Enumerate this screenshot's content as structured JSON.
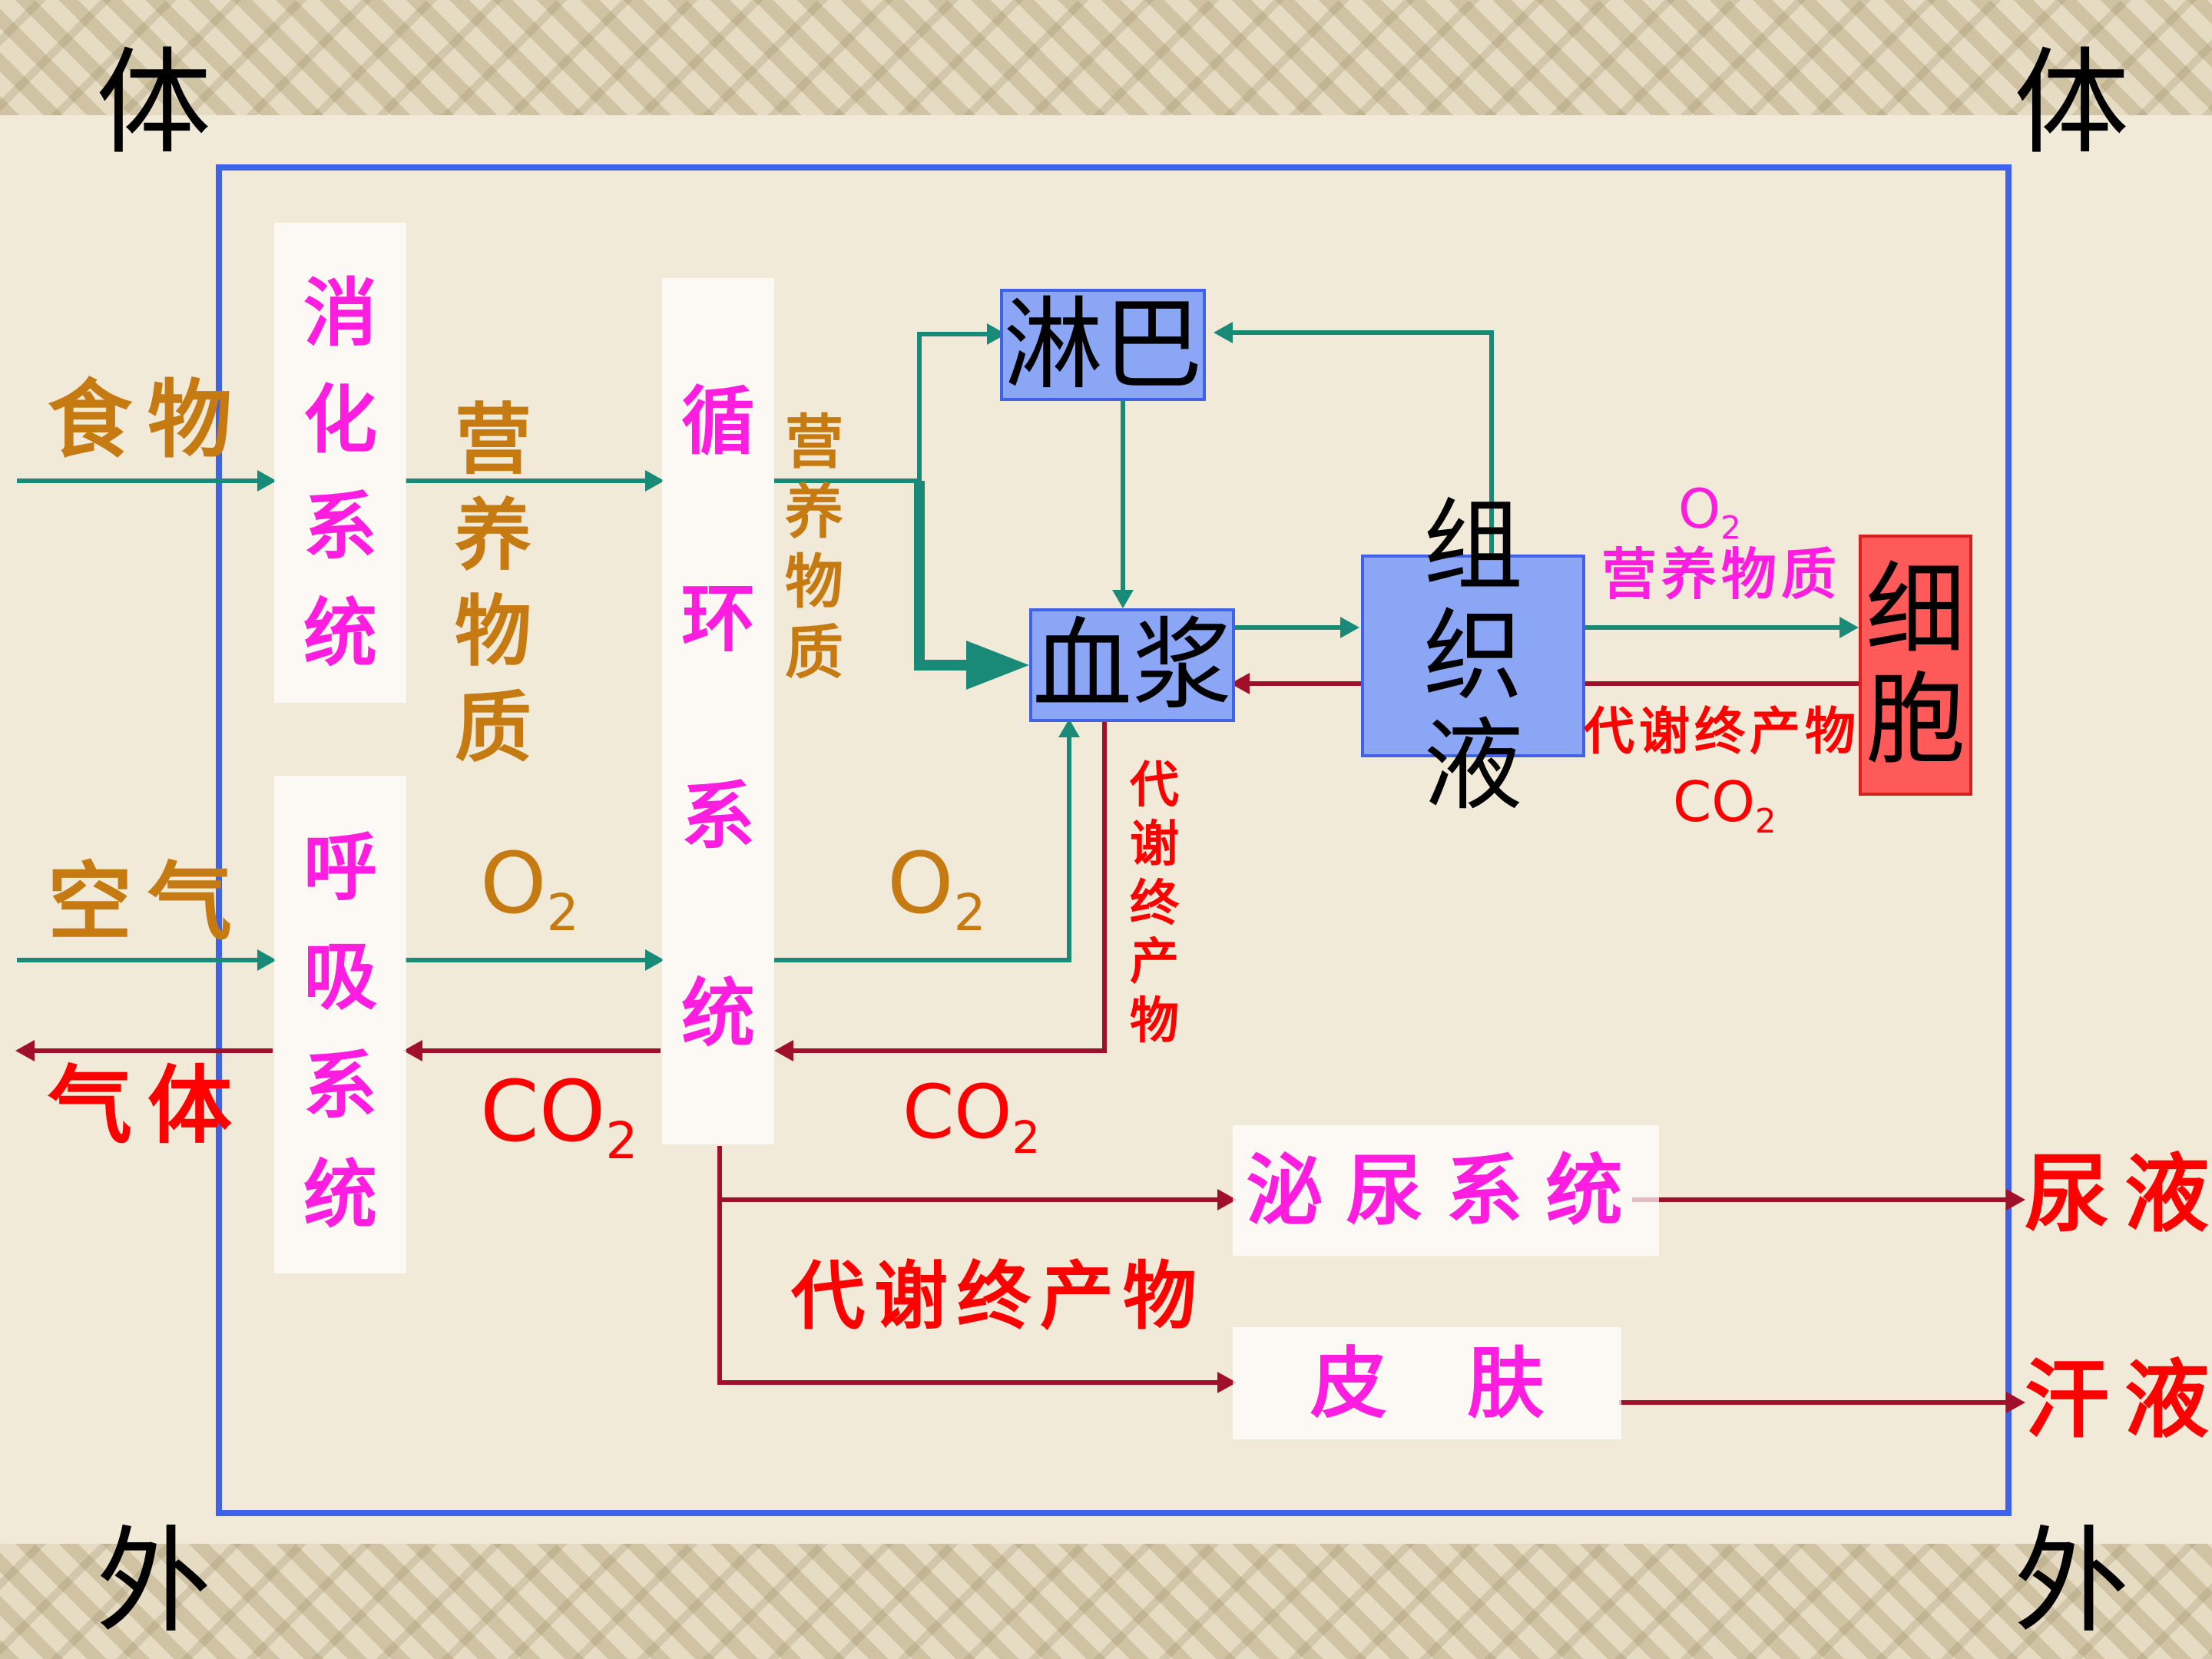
{
  "corners": {
    "top_left": "体",
    "top_right": "体",
    "bottom_left": "外",
    "bottom_right": "外"
  },
  "inputs": {
    "food": "食物",
    "air": "空气",
    "gas_out": "气体"
  },
  "systems": {
    "digestive": [
      "消",
      "化",
      "系",
      "统"
    ],
    "respiratory": [
      "呼",
      "吸",
      "系",
      "统"
    ],
    "circulatory": [
      "循",
      "环",
      "系",
      "统"
    ],
    "urinary": "泌尿系统",
    "skin": "皮   肤"
  },
  "fluids": {
    "lymph": "淋巴",
    "plasma": "血浆",
    "tissue_fluid": "组织液",
    "cell": "细胞"
  },
  "labels": {
    "nutrients_1": "营养物质",
    "nutrients_2": "营养物质",
    "o2_main": "O",
    "o2_main_sub": "2",
    "o2_second": "O",
    "o2_second_sub": "2",
    "co2_main": "CO",
    "co2_main_sub": "2",
    "co2_second": "CO",
    "co2_second_sub": "2",
    "cell_o2": "O",
    "cell_o2_sub": "2",
    "cell_nutrients": "营养物质",
    "cell_waste": "代谢终产物",
    "cell_co2": "CO",
    "cell_co2_sub": "2",
    "waste_vertical": "代谢终产物",
    "waste_bottom": "代谢终产物",
    "urine": "尿液",
    "sweat": "汗液"
  },
  "colors": {
    "teal_arrow": "#1a8a78",
    "maroon_arrow": "#a0102a",
    "frame": "#3f62e8",
    "orange_text": "#c57a12",
    "red_text": "#ff0000",
    "magenta_text": "#ff1de0"
  }
}
